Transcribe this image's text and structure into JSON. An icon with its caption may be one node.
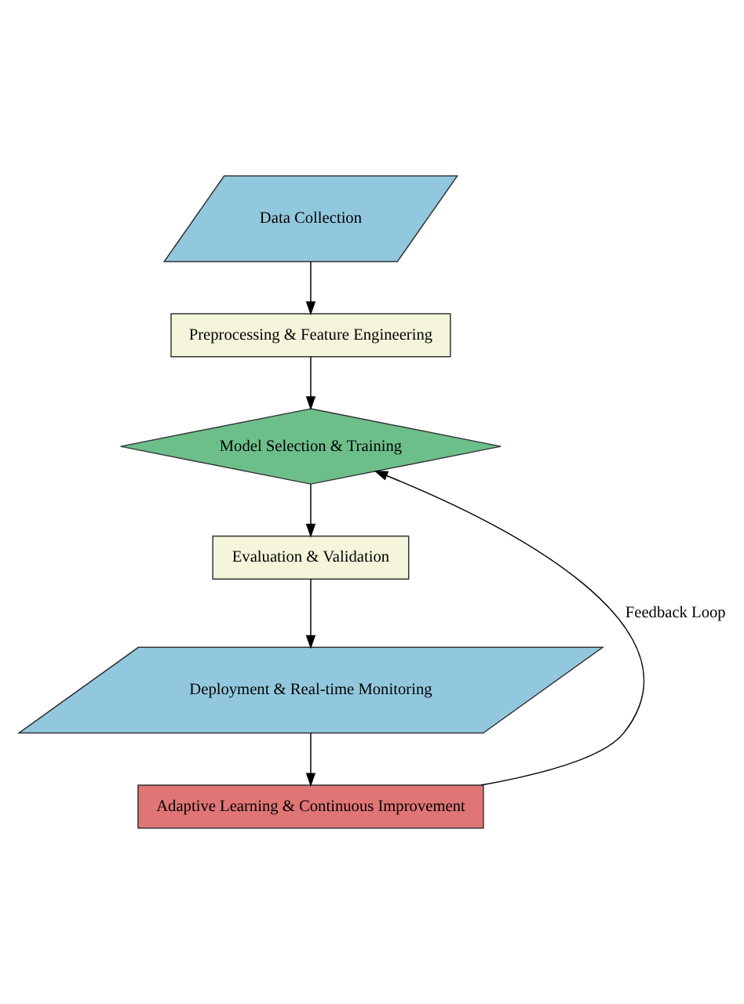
{
  "diagram": {
    "nodes": [
      {
        "text": [
          "Data Collection"
        ]
      },
      {
        "text": [
          "Preprocessing & Feature Engineering"
        ]
      },
      {
        "text": [
          "Model Selection & Training"
        ]
      },
      {
        "text": [
          "Evaluation & Validation"
        ]
      },
      {
        "text": [
          "Deployment & Real-time Monitoring"
        ]
      },
      {
        "text": [
          "Adaptive Learning & Continuous Improvement"
        ]
      }
    ],
    "edges": [
      {
        "from": 0,
        "to": 1,
        "arrow": "to"
      },
      {
        "from": 1,
        "to": 2,
        "arrow": "to"
      },
      {
        "from": 2,
        "to": 3,
        "arrow": "to"
      },
      {
        "from": 3,
        "to": 4,
        "arrow": "to"
      },
      {
        "from": 4,
        "to": 5,
        "arrow": "to"
      },
      {
        "from": 5,
        "to": 2,
        "arrow": "to",
        "label": "Feedback Loop"
      }
    ]
  }
}
